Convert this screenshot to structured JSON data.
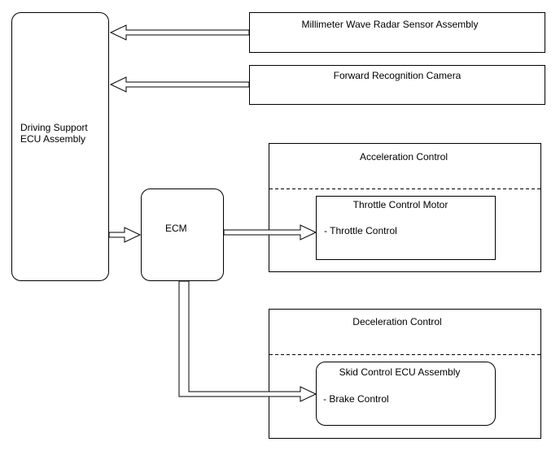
{
  "colors": {
    "stroke": "#000000",
    "fill": "#ffffff",
    "text": "#000000"
  },
  "nodes": {
    "driving_support": {
      "line1": "Driving Support",
      "line2": "ECU Assembly"
    },
    "radar": {
      "label": "Millimeter Wave Radar Sensor Assembly"
    },
    "camera": {
      "label": "Forward Recognition Camera"
    },
    "ecm": {
      "label": "ECM"
    },
    "acceleration_control": {
      "label": "Acceleration Control"
    },
    "throttle_motor": {
      "label": "Throttle Control Motor",
      "item": "- Throttle Control"
    },
    "deceleration_control": {
      "label": "Deceleration Control"
    },
    "skid_control": {
      "label": "Skid Control ECU Assembly",
      "item": "- Brake Control"
    }
  }
}
